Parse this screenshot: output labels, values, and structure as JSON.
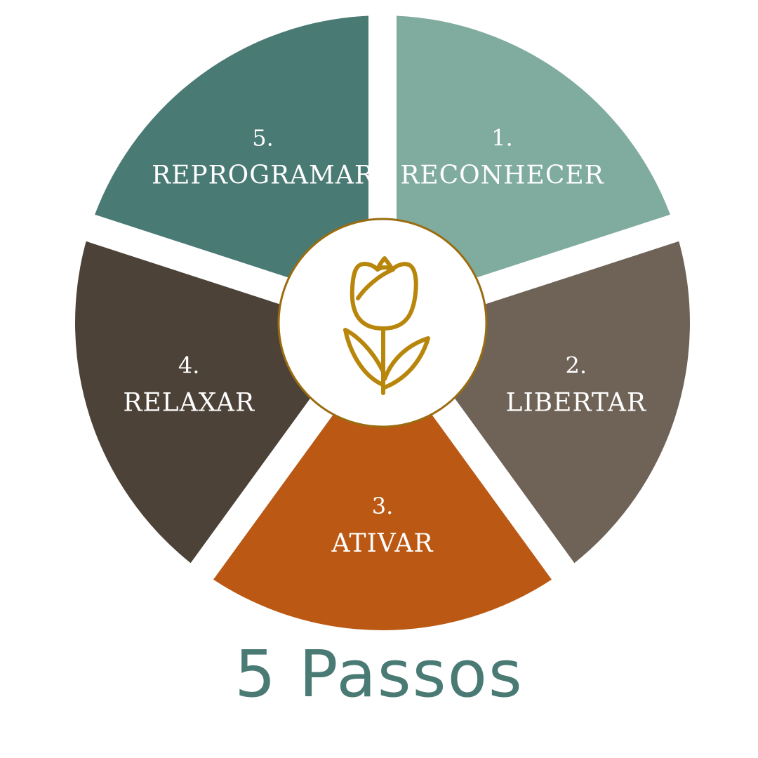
{
  "diagram": {
    "segments": [
      {
        "number": "1.",
        "label": "RECONHECER",
        "color": "#80ac9f"
      },
      {
        "number": "2.",
        "label": "LIBERTAR",
        "color": "#6f6358"
      },
      {
        "number": "3.",
        "label": "ATIVAR",
        "color": "#bb5914"
      },
      {
        "number": "4.",
        "label": "RELAXAR",
        "color": "#4c4238"
      },
      {
        "number": "5.",
        "label": "REPROGRAMAR",
        "color": "#4a7a74"
      }
    ],
    "center_icon": "tulip-icon",
    "center_icon_color": "#b8860b",
    "center_ring_color": "#9a6c10"
  },
  "title": "5 Passos"
}
